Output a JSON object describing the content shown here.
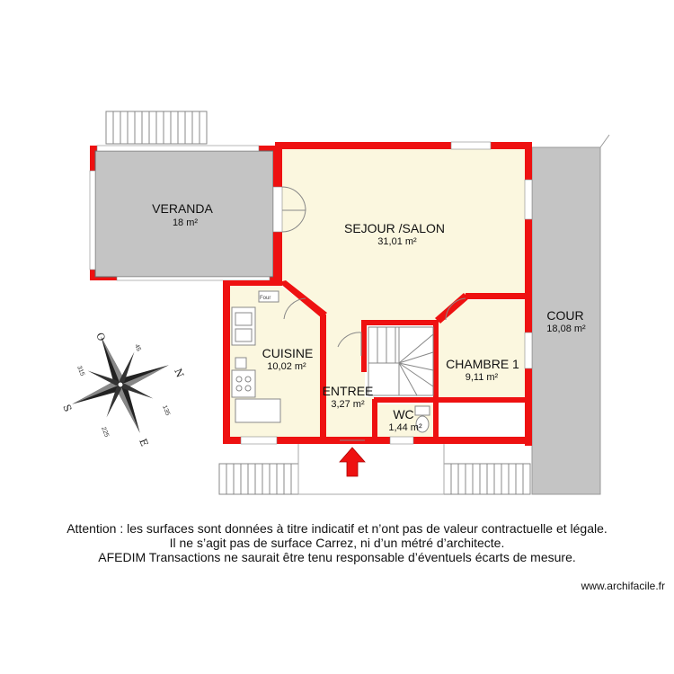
{
  "rooms": [
    {
      "id": "veranda",
      "name": "VERANDA",
      "area": "18 m²"
    },
    {
      "id": "sejour",
      "name": "SEJOUR /SALON",
      "area": "31,01 m²"
    },
    {
      "id": "cour",
      "name": "COUR",
      "area": "18,08 m²"
    },
    {
      "id": "cuisine",
      "name": "CUISINE",
      "area": "10,02 m²"
    },
    {
      "id": "entree",
      "name": "ENTREE",
      "area": "3,27 m²"
    },
    {
      "id": "chambre1",
      "name": "CHAMBRE 1",
      "area": "9,11 m²"
    },
    {
      "id": "wc",
      "name": "WC",
      "area": "1,44 m²"
    }
  ],
  "appliances": {
    "oven_label": "Four"
  },
  "compass": {
    "letters": {
      "north": "N",
      "south": "S",
      "east": "E",
      "west": "O"
    },
    "degrees": [
      "45",
      "135",
      "225",
      "315"
    ]
  },
  "disclaimer": {
    "line1": "Attention : les surfaces sont données à titre indicatif et n’ont pas de valeur contractuelle et légale.",
    "line2": "Il ne s’agit pas de surface Carrez, ni d’un métré d’architecte.",
    "line3": "AFEDIM Transactions ne saurait être tenu responsable d’éventuels écarts de mesure."
  },
  "website": "www.archifacile.fr",
  "colors": {
    "wall": "#ee1111",
    "room_fill": "#fbf7df",
    "veranda_fill": "#c4c4c4",
    "cour_fill": "#c4c4c4"
  }
}
